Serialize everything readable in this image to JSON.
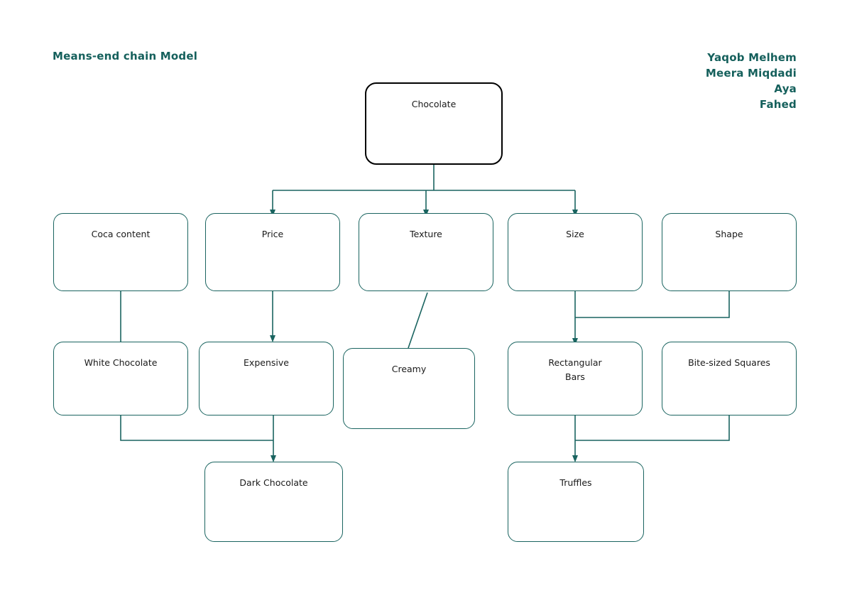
{
  "header": {
    "title": "Means-end chain Model",
    "authors": [
      "Yaqob Melhem",
      "Meera Miqdadi",
      "Aya",
      "Fahed"
    ]
  },
  "theme": {
    "accent": "#15605c",
    "connector": "#1a6460",
    "node_border": "#1a6460",
    "root_border": "#000000",
    "node_fill": "#ffffff",
    "label_color": "#1a1a1a",
    "page_background": "#ffffff"
  },
  "diagram": {
    "type": "tree",
    "nodes": [
      {
        "id": "chocolate",
        "label": "Chocolate",
        "level": 0
      },
      {
        "id": "coca-content",
        "label": "Coca content",
        "level": 1
      },
      {
        "id": "price",
        "label": "Price",
        "level": 1
      },
      {
        "id": "texture",
        "label": "Texture",
        "level": 1
      },
      {
        "id": "size",
        "label": "Size",
        "level": 1
      },
      {
        "id": "shape",
        "label": "Shape",
        "level": 1
      },
      {
        "id": "white-chocolate",
        "label": "White Chocolate",
        "level": 2
      },
      {
        "id": "expensive",
        "label": "Expensive",
        "level": 2
      },
      {
        "id": "creamy",
        "label": "Creamy",
        "level": 2
      },
      {
        "id": "rectangular-bars",
        "label": "Rectangular\nBars",
        "level": 2
      },
      {
        "id": "bite-sized-squares",
        "label": "Bite-sized Squares",
        "level": 2
      },
      {
        "id": "dark-chocolate",
        "label": "Dark Chocolate",
        "level": 3
      },
      {
        "id": "truffles",
        "label": "Truffles",
        "level": 3
      }
    ],
    "edges": [
      {
        "from": "chocolate",
        "to": "price",
        "arrow": true
      },
      {
        "from": "chocolate",
        "to": "texture",
        "arrow": true
      },
      {
        "from": "chocolate",
        "to": "size",
        "arrow": true
      },
      {
        "from": "coca-content",
        "to": "white-chocolate",
        "arrow": false
      },
      {
        "from": "price",
        "to": "expensive",
        "arrow": true
      },
      {
        "from": "texture",
        "to": "creamy",
        "arrow": false
      },
      {
        "from": "size",
        "to": "rectangular-bars",
        "arrow": true
      },
      {
        "from": "shape",
        "to": "rectangular-bars",
        "arrow": true
      },
      {
        "from": "white-chocolate",
        "to": "dark-chocolate",
        "arrow": true
      },
      {
        "from": "expensive",
        "to": "dark-chocolate",
        "arrow": true
      },
      {
        "from": "rectangular-bars",
        "to": "truffles",
        "arrow": true
      },
      {
        "from": "bite-sized-squares",
        "to": "truffles",
        "arrow": true
      }
    ]
  }
}
